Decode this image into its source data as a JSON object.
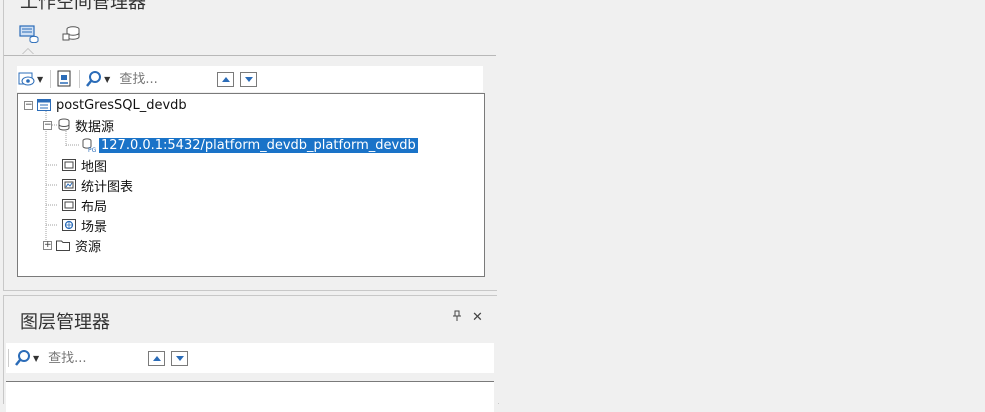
{
  "workspace_manager": {
    "title": "工作空间管理器",
    "search_placeholder": "查找...",
    "tree": {
      "root": "postGresSQL_devdb",
      "datasources": "数据源",
      "connection": "127.0.0.1:5432/platform_devdb_platform_devdb",
      "connection_badge": "PG",
      "maps": "地图",
      "charts": "统计图表",
      "layouts": "布局",
      "scenes": "场景",
      "resources": "资源"
    }
  },
  "layer_manager": {
    "title": "图层管理器",
    "pin": "ᵖ",
    "close": "✕",
    "search_placeholder": "查找..."
  },
  "colors": {
    "selection": "#1a73c8",
    "icon_blue": "#2b6cb8"
  }
}
